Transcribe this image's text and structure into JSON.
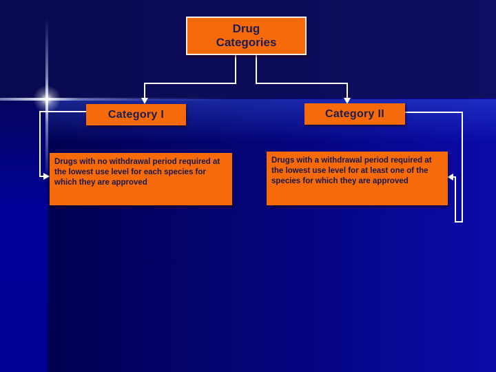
{
  "slide": {
    "title": "Drug Categories",
    "categories": [
      {
        "label": "Category I",
        "description": "Drugs with no withdrawal period required at the lowest use level for each species for which they are approved"
      },
      {
        "label": "Category II",
        "description": "Drugs with a withdrawal period required at the lowest use level for at least one of the species for which they are approved"
      }
    ]
  },
  "icons": {
    "arrow_down": "arrowhead-down",
    "arrow_left": "arrowhead-left",
    "arrow_right": "arrowhead-right",
    "flare": "light-flare"
  },
  "colors": {
    "background_top": "#0a0a50",
    "background_bottom_dark": "#00004a",
    "background_bottom_bright": "#0b0baa",
    "background_left_band": "#000196",
    "box_fill": "#f76a0a",
    "box_border": "#efefef",
    "box_text": "#1c1c52",
    "connector": "#ffffff"
  }
}
